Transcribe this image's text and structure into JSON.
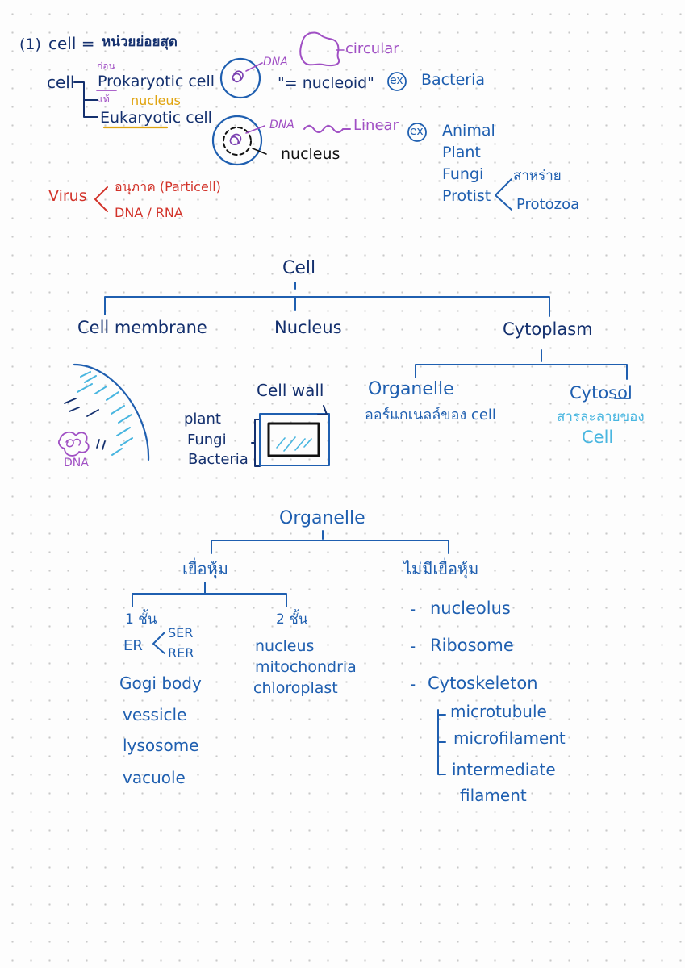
{
  "header": {
    "num": "(1)",
    "cell_eq": "cell =",
    "unit_th": "หน่วยย่อยสุด",
    "cell_label": "cell",
    "pro_th": "ก่อน",
    "prokaryotic": "Prokaryotic cell",
    "eu_th": "แท้",
    "nucleus_note": "nucleus",
    "eukaryotic": "Eukaryotic cell"
  },
  "pro_diagram": {
    "dna": "DNA",
    "circular": "circular",
    "nucleoid": "\"= nucleoid\"",
    "ex": "ex",
    "bacteria": "Bacteria"
  },
  "eu_diagram": {
    "dna": "DNA",
    "linear": "Linear",
    "nucleus": "nucleus",
    "ex": "ex",
    "examples": [
      "Animal",
      "Plant",
      "Fungi"
    ],
    "protist": "Protist",
    "protist_sub": [
      "สาหร่าย",
      "Protozoa"
    ]
  },
  "virus": {
    "label": "Virus",
    "items": [
      "อนุภาค (Particell)",
      "DNA / RNA"
    ]
  },
  "cell_tree": {
    "root": "Cell",
    "branches": [
      "Cell membrane",
      "Nucleus",
      "Cytoplasm"
    ],
    "dna": "DNA",
    "cell_wall": "Cell wall",
    "wall_orgs": [
      "plant",
      "Fungi",
      "Bacteria"
    ],
    "organelle": "Organelle",
    "organelle_th": "ออร์แกเนลล์ของ cell",
    "cytosol": "Cytosol",
    "cytosol_th": "สารละลายของ",
    "cytosol_cell": "Cell"
  },
  "organelle_tree": {
    "root": "Organelle",
    "membrane": "เยื่อหุ้ม",
    "no_membrane": "ไม่มีเยื่อหุ้ม",
    "one_layer": "1 ชั้น",
    "er": "ER",
    "ser": "SER",
    "rer": "RER",
    "one_items": [
      "Gogi body",
      "vessicle",
      "lysosome",
      "vacuole"
    ],
    "two_layer": "2 ชั้น",
    "two_items": [
      "nucleus",
      "mitochondria",
      "chloroplast"
    ],
    "no_items": [
      "nucleolus",
      "Ribosome",
      "Cytoskeleton"
    ],
    "dash": "-",
    "cyto_items": [
      "microtubule",
      "microfilament",
      "intermediate"
    ],
    "cyto_last": "filament"
  },
  "colors": {
    "ink_blue": "#1f5fb0",
    "navy": "#14306e",
    "purple": "#a04fc4",
    "orange": "#e0a410",
    "red": "#d2332a",
    "cyan": "#49b6e0"
  }
}
